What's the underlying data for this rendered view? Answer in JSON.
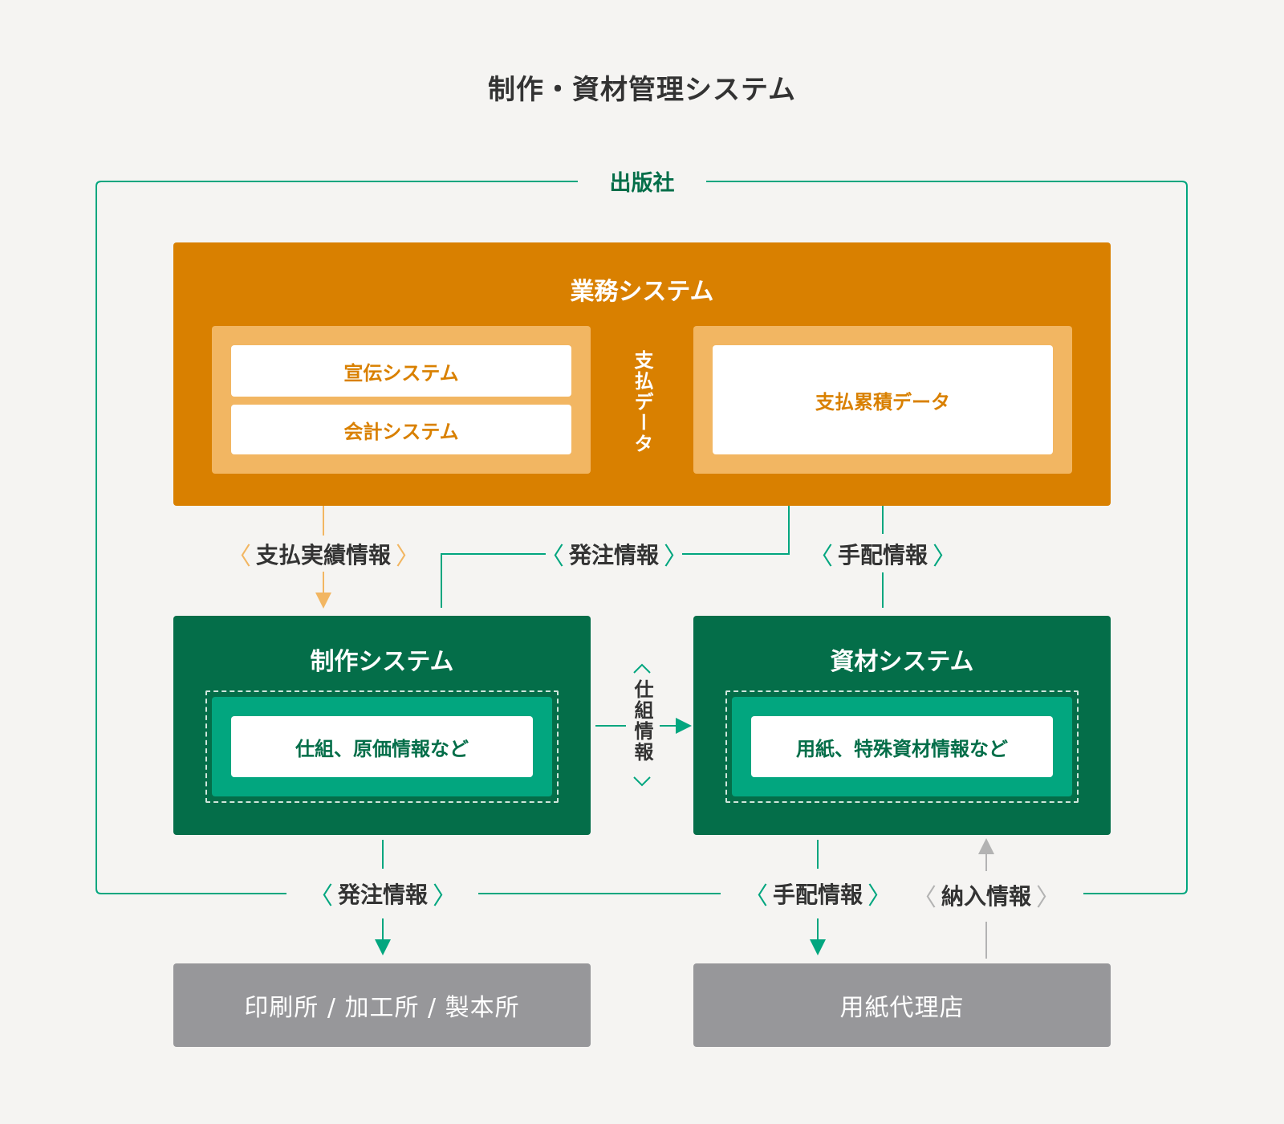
{
  "title": "制作・資材管理システム",
  "publisher": {
    "label": "出版社"
  },
  "gyomu": {
    "title": "業務システム",
    "left_items": [
      "宣伝システム",
      "会計システム"
    ],
    "right_item": "支払累積データ",
    "connector_label": "支払データ"
  },
  "seisaku": {
    "title": "制作システム",
    "item": "仕組、原価情報など"
  },
  "shizai": {
    "title": "資材システム",
    "item": "用紙、特殊資材情報など"
  },
  "middle_connector": "仕組情報",
  "flows": {
    "payment_results": "支払実績情報",
    "order_top": "発注情報",
    "arrange_top": "手配情報",
    "order_bottom": "発注情報",
    "arrange_bottom": "手配情報",
    "delivery": "納入情報"
  },
  "externals": {
    "printers": "印刷所 / 加工所 / 製本所",
    "paper_agent": "用紙代理店"
  },
  "colors": {
    "background": "#f5f4f2",
    "orange": "#d98000",
    "orange_light": "#f2b662",
    "green_dark": "#046e49",
    "green_mid": "#02a67f",
    "gray": "#97979a",
    "text": "#333333"
  }
}
